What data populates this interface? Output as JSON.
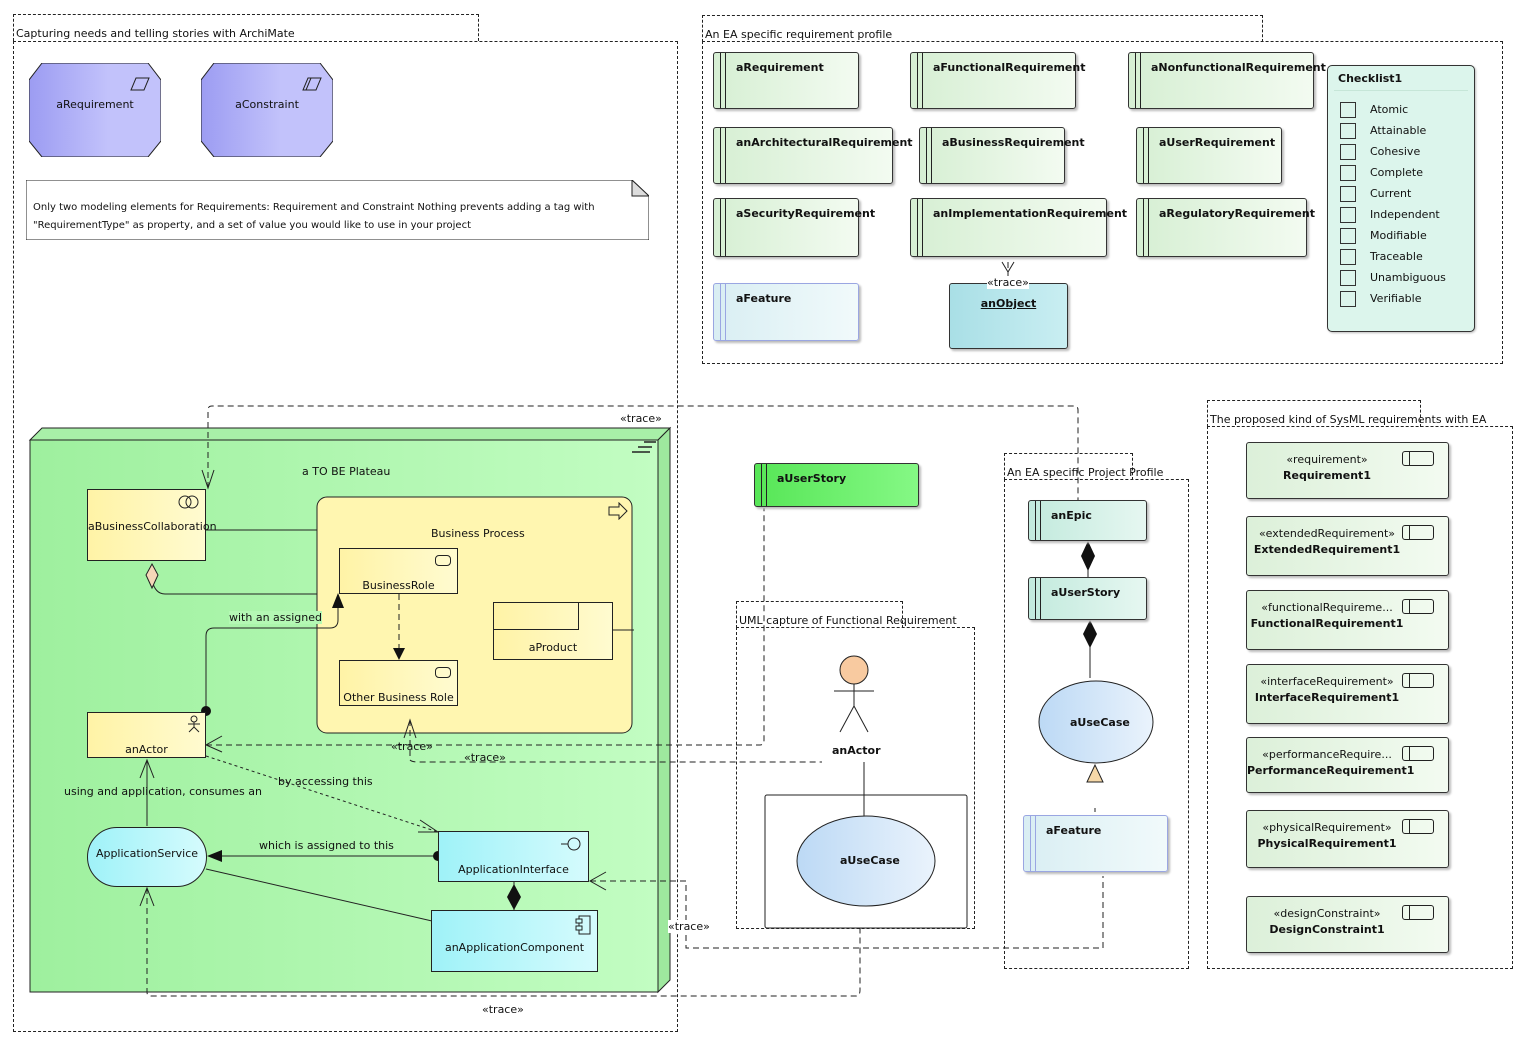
{
  "packages": {
    "archimate": {
      "title": "Capturing needs and telling stories with ArchiMate"
    },
    "ea_requirement_profile": {
      "title": "An EA specific requirement profile"
    },
    "uml_capture": {
      "title": "UML capture of Functional Requirement"
    },
    "ea_project_profile": {
      "title": "An EA specific Project Profile"
    },
    "sysml": {
      "title": "The proposed kind of SysML requirements with EA"
    }
  },
  "archimate": {
    "requirement": {
      "label": "aRequirement",
      "icon": "parallelogram-icon"
    },
    "constraint": {
      "label": "aConstraint",
      "icon": "double-parallelogram-icon"
    },
    "note": "Only two modeling elements for Requirements: Requirement and Constraint Nothing prevents adding a tag with \"RequirementType\" as property, and a set of value you would like to use in your project"
  },
  "ea_requirements": [
    {
      "label": "aRequirement"
    },
    {
      "label": "aFunctionalRequirement"
    },
    {
      "label": "aNonfunctionalRequirement"
    },
    {
      "label": "anArchitecturalRequirement"
    },
    {
      "label": "aBusinessRequirement"
    },
    {
      "label": "aUserRequirement"
    },
    {
      "label": "aSecurityRequirement"
    },
    {
      "label": "anImplementationRequirement"
    },
    {
      "label": "aRegulatoryRequirement"
    },
    {
      "label": "aFeature"
    }
  ],
  "an_object": {
    "label": "anObject",
    "stereotype": "«trace»"
  },
  "checklist": {
    "title": "Checklist1",
    "items": [
      {
        "label": "Atomic",
        "checked": false
      },
      {
        "label": "Attainable",
        "checked": false
      },
      {
        "label": "Cohesive",
        "checked": false
      },
      {
        "label": "Complete",
        "checked": false
      },
      {
        "label": "Current",
        "checked": false
      },
      {
        "label": "Independent",
        "checked": false
      },
      {
        "label": "Modifiable",
        "checked": false
      },
      {
        "label": "Traceable",
        "checked": false
      },
      {
        "label": "Unambiguous",
        "checked": false
      },
      {
        "label": "Verifiable",
        "checked": false
      }
    ]
  },
  "plateau": {
    "title": "a TO BE Plateau",
    "business_collaboration": "aBusinessCollaboration",
    "business_process": "Business Process",
    "business_role": "BusinessRole",
    "other_business_role": "Other Business Role",
    "product": "aProduct",
    "actor": "anActor",
    "application_service": "ApplicationService",
    "application_interface": "ApplicationInterface",
    "application_component": "anApplicationComponent",
    "labels": {
      "with_an_assigned": "with an assigned",
      "using_application": "using and application, consumes an",
      "by_accessing": "by accessing this",
      "assigned_to_this": "which is assigned to this"
    }
  },
  "trace_label": "«trace»",
  "user_story_standalone": "aUserStory",
  "uml": {
    "actor": "anActor",
    "use_case": "aUseCase"
  },
  "project_profile": {
    "epic": "anEpic",
    "user_story": "aUserStory",
    "use_case": "aUseCase",
    "feature": "aFeature"
  },
  "sysml_requirements": [
    {
      "stereotype": "«requirement»",
      "name": "Requirement1"
    },
    {
      "stereotype": "«extendedRequirement»",
      "name": "ExtendedRequirement1"
    },
    {
      "stereotype": "«functionalRequireme...",
      "name": "FunctionalRequirement1"
    },
    {
      "stereotype": "«interfaceRequirement»",
      "name": "InterfaceRequirement1"
    },
    {
      "stereotype": "«performanceRequire...",
      "name": "PerformanceRequirement1"
    },
    {
      "stereotype": "«physicalRequirement»",
      "name": "PhysicalRequirement1"
    },
    {
      "stereotype": "«designConstraint»",
      "name": "DesignConstraint1"
    }
  ]
}
